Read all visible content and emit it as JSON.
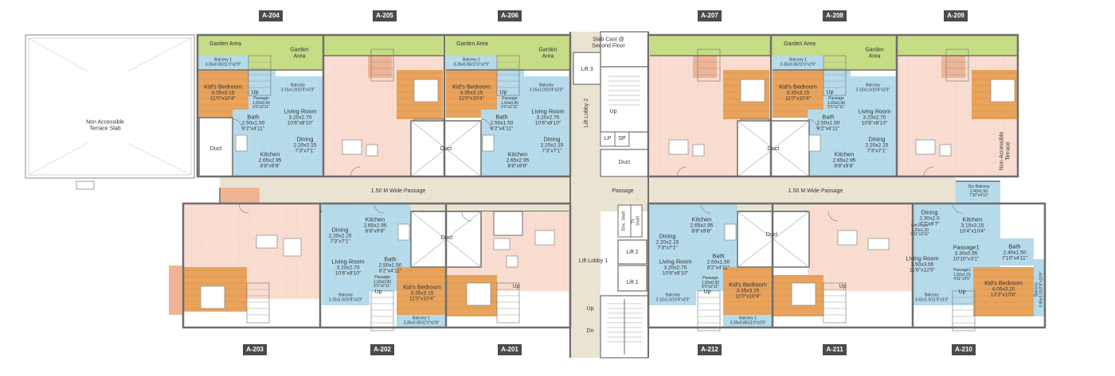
{
  "units": {
    "top": [
      "A-204",
      "A-205",
      "A-206",
      "A-207",
      "A-208",
      "A-209"
    ],
    "bottom": [
      "A-203",
      "A-202",
      "A-201",
      "A-212",
      "A-211",
      "A-210"
    ]
  },
  "labels": {
    "terrace": "Non Accessible\nTerrace Slab",
    "terrace_right": "Non-Accessible\nTerrace",
    "garden_area": "Garden Area",
    "garden_area_block": "Garden\nArea",
    "slab_cast": "Slab Cast @\nSecond Floor",
    "lift": [
      "Lift 1",
      "Lift 2",
      "Lift 3"
    ],
    "lift_lobby_1": "Lift  Lobby 1",
    "lift_lobby_2": "Lift Lobby 2",
    "lp": "LP",
    "sp": "SP",
    "elec_shaft": "Elec. Shaft",
    "tv_shaft": "TV\nShaft",
    "duct": "Duct",
    "up": "Up",
    "dn": "Dn",
    "passage": "Passage",
    "wide_passage": "1.50 M Wide Passage",
    "dry_balcony": "Dry Balcony",
    "ent_foyer": "Ent.Foyer",
    "living_room": "Living Room",
    "kids_bedroom": "Kid's Bedroom",
    "bath": "Bath",
    "kitchen": "Kitchen",
    "dining": "Dining",
    "balcony": "Balcony",
    "balcony_1": "Balcony 1",
    "passage1": "Passage1"
  },
  "dims": {
    "balcony1": "3.35x0.85/11'0\"x2'9\"",
    "balcony": "3.15x1.0/10'4\"x3'3\"",
    "balcony_210": "3.42x1.0/11'3\"x3'3\"",
    "balcony_210_side": "0.85x3.20/2'9\"x10'6\"",
    "kids_bedroom": "3.35x3.15",
    "kids_bedroom_ft": "11'0\"x10'4\"",
    "kids_bedroom_210": "4.05x3.20",
    "kids_bedroom_210_ft": "13'3\"x10'6\"",
    "passage_small": "1.65x0.90",
    "passage_small_ft": "5'5\"x2'11\"",
    "passage1": "3.30x0.95",
    "passage1_ft": "10'10\"x3'1\"",
    "passage1_b": "1.50x1.05",
    "passage1_b_ft": "4'11\"x3'5\"",
    "living": "3.20x2.70",
    "living_ft": "10'6\"x8'10\"",
    "living_210": "3.50x3.65",
    "living_210_ft": "11'6\"x12'0\"",
    "bath": "2.50x1.50",
    "bath_ft": "8'2\"x4'11\"",
    "bath_210": "2.40x1.50",
    "bath_210_ft": "7'10\"x4'11\"",
    "dining": "2.20x2.15",
    "dining_ft": "7'3\"x7'1\"",
    "dining_210": "2.30x2.0",
    "dining_210_ft": "7'7\"x6'7\"",
    "kitchen": "2.65x2.95",
    "kitchen_ft": "8'8\"x9'8\"",
    "kitchen_210": "3.15x3.15",
    "kitchen_210_ft": "10'4\"x10'4\"",
    "dry_balcony": "2.40x1.50",
    "dry_balcony_ft": "7'10\"x4'11\"",
    "ent_foyer": "1.20x1.20",
    "ent_foyer_ft": "3'11\"x3'11\""
  },
  "colors": {
    "garden": "#c6dc85",
    "blue": "#b6dbeb",
    "wood": "#e8a35c",
    "pink": "#f8ddd0",
    "salmon": "#f0b396",
    "passage": "#ece4d3",
    "wall": "#6e6e6e",
    "tag": "#4b4b4b"
  }
}
